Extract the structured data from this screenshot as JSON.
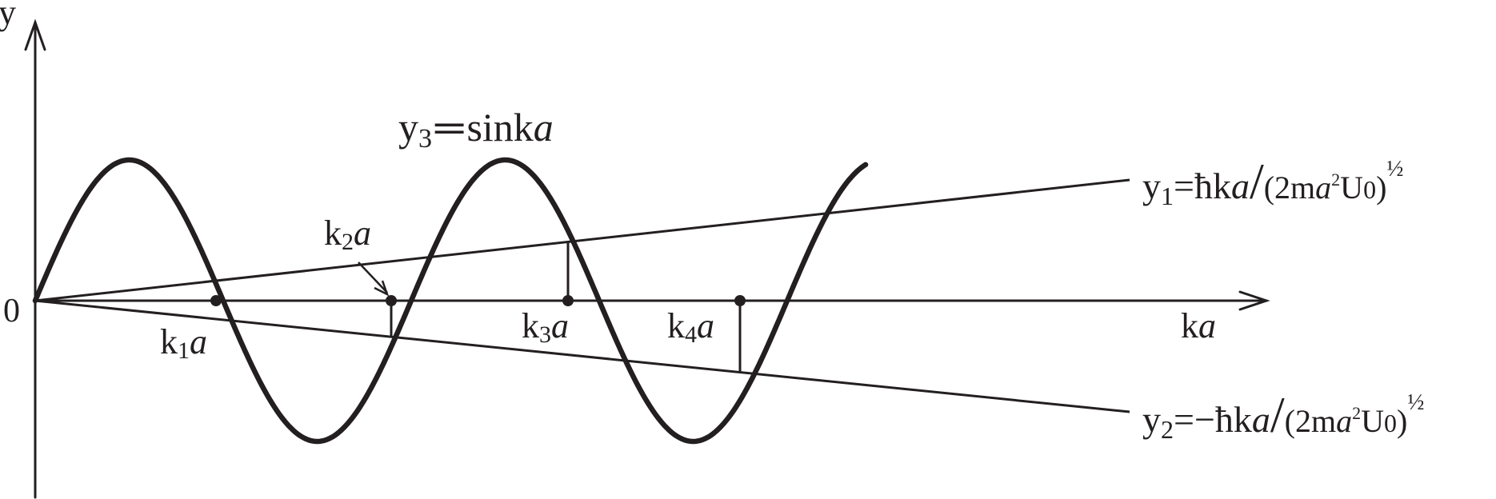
{
  "axes": {
    "y_label": "y",
    "x_label_k": "k",
    "x_label_a": "a",
    "origin_label": "0"
  },
  "curves": {
    "y3": {
      "sym": "y",
      "sub": "3",
      "eq": "═",
      "fn": "sink",
      "var": "a"
    },
    "y1": {
      "sym": "y",
      "sub": "1",
      "eq": "=",
      "hbar": "ħk",
      "var": "a",
      "slash": "/",
      "open": "(2m",
      "a2": "a",
      "sq": "2",
      "u": "U",
      "zero": "0",
      "close": ")",
      "half": "½"
    },
    "y2": {
      "sym": "y",
      "sub": "2",
      "eq": "=−",
      "hbar": "ħk",
      "var": "a",
      "slash": "/",
      "open": "(2m",
      "a2": "a",
      "sq": "2",
      "u": "U",
      "zero": "0",
      "close": ")",
      "half": "½"
    }
  },
  "roots": [
    {
      "k": "k",
      "sub": "1",
      "a": "a"
    },
    {
      "k": "k",
      "sub": "2",
      "a": "a"
    },
    {
      "k": "k",
      "sub": "3",
      "a": "a"
    },
    {
      "k": "k",
      "sub": "4",
      "a": "a"
    }
  ],
  "colors": {
    "ink": "#231f20",
    "background": "#ffffff"
  }
}
